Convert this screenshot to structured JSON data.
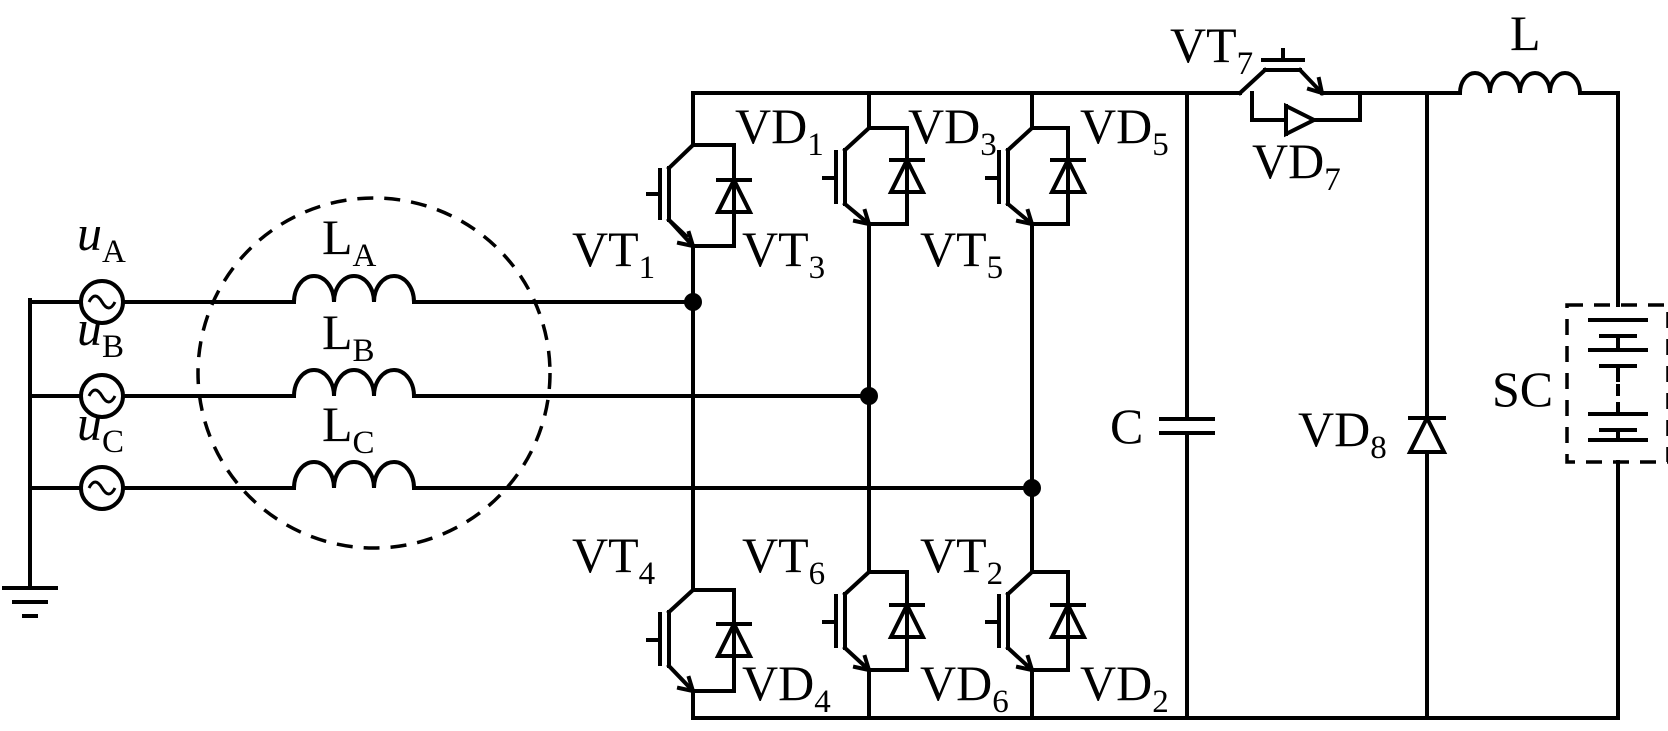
{
  "title": "",
  "sources": [
    {
      "base": "u",
      "sub": "A"
    },
    {
      "base": "u",
      "sub": "B"
    },
    {
      "base": "u",
      "sub": "C"
    }
  ],
  "filter_inductors": [
    {
      "base": "L",
      "sub": "A"
    },
    {
      "base": "L",
      "sub": "B"
    },
    {
      "base": "L",
      "sub": "C"
    }
  ],
  "transistors": {
    "vt1": {
      "base": "VT",
      "sub": "1"
    },
    "vt3": {
      "base": "VT",
      "sub": "3"
    },
    "vt5": {
      "base": "VT",
      "sub": "5"
    },
    "vt4": {
      "base": "VT",
      "sub": "4"
    },
    "vt6": {
      "base": "VT",
      "sub": "6"
    },
    "vt2": {
      "base": "VT",
      "sub": "2"
    },
    "vt7": {
      "base": "VT",
      "sub": "7"
    }
  },
  "diodes": {
    "vd1": {
      "base": "VD",
      "sub": "1"
    },
    "vd3": {
      "base": "VD",
      "sub": "3"
    },
    "vd5": {
      "base": "VD",
      "sub": "5"
    },
    "vd4": {
      "base": "VD",
      "sub": "4"
    },
    "vd6": {
      "base": "VD",
      "sub": "6"
    },
    "vd2": {
      "base": "VD",
      "sub": "2"
    },
    "vd7": {
      "base": "VD",
      "sub": "7"
    },
    "vd8": {
      "base": "VD",
      "sub": "8"
    }
  },
  "capacitor": "C",
  "output_inductor": "L",
  "supercapacitor": "SC"
}
